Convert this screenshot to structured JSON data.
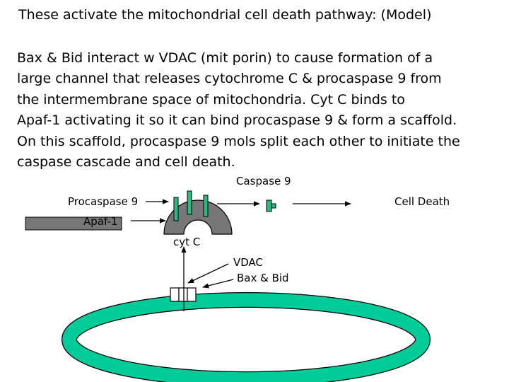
{
  "title": "These activate the mitochondrial cell death pathway: (Model)",
  "paragraph": [
    "Bax & Bid interact w VDAC (mit porin) to cause formation of a",
    "large channel that releases cytochrome C & procaspase 9 from",
    "the intermembrane space of mitochondria.  Cyt C binds to",
    "Apaf-1 activating it so it can bind procaspase 9 & form a scaffold.",
    "On this scaffold, procaspase 9 mols split each other to initiate the",
    "caspase cascade and cell death."
  ],
  "labels": {
    "caspase9": "Caspase 9",
    "procaspase9": "Procaspase 9",
    "cell_death": "Cell Death",
    "apaf1": "Apaf-1",
    "cytc": "cyt C",
    "vdac": "VDAC",
    "bax_bid": "Bax & Bid"
  },
  "colors": {
    "mito_fill": "#00cc99",
    "apaf_fill": "#777777",
    "procaspase_fill": "#2db982",
    "outline": "#000000"
  }
}
